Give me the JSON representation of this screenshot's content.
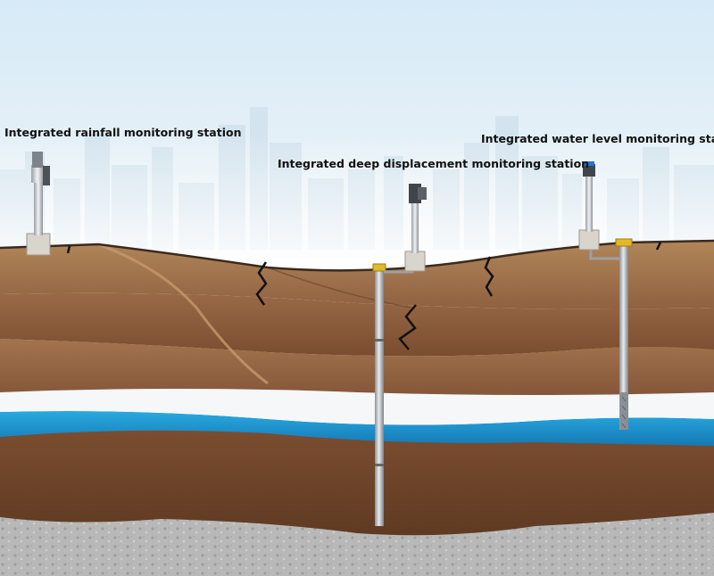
{
  "diagram": {
    "labels": {
      "rainfall_station": "Integrated rainfall monitoring station",
      "deep_displacement_station": "Integrated deep displacement monitoring station",
      "water_level_station": "Integrated water level monitoring station"
    },
    "colors": {
      "sky_top": "#d7eaf6",
      "sky_bottom": "#f2f6f8",
      "soil_light": "#a97a52",
      "soil_mid": "#8c5d3c",
      "soil_dark": "#6e4429",
      "aquifer": "#1e9bd6",
      "white_band": "#f7f8fa",
      "gravel": "#b5b5b5"
    }
  }
}
